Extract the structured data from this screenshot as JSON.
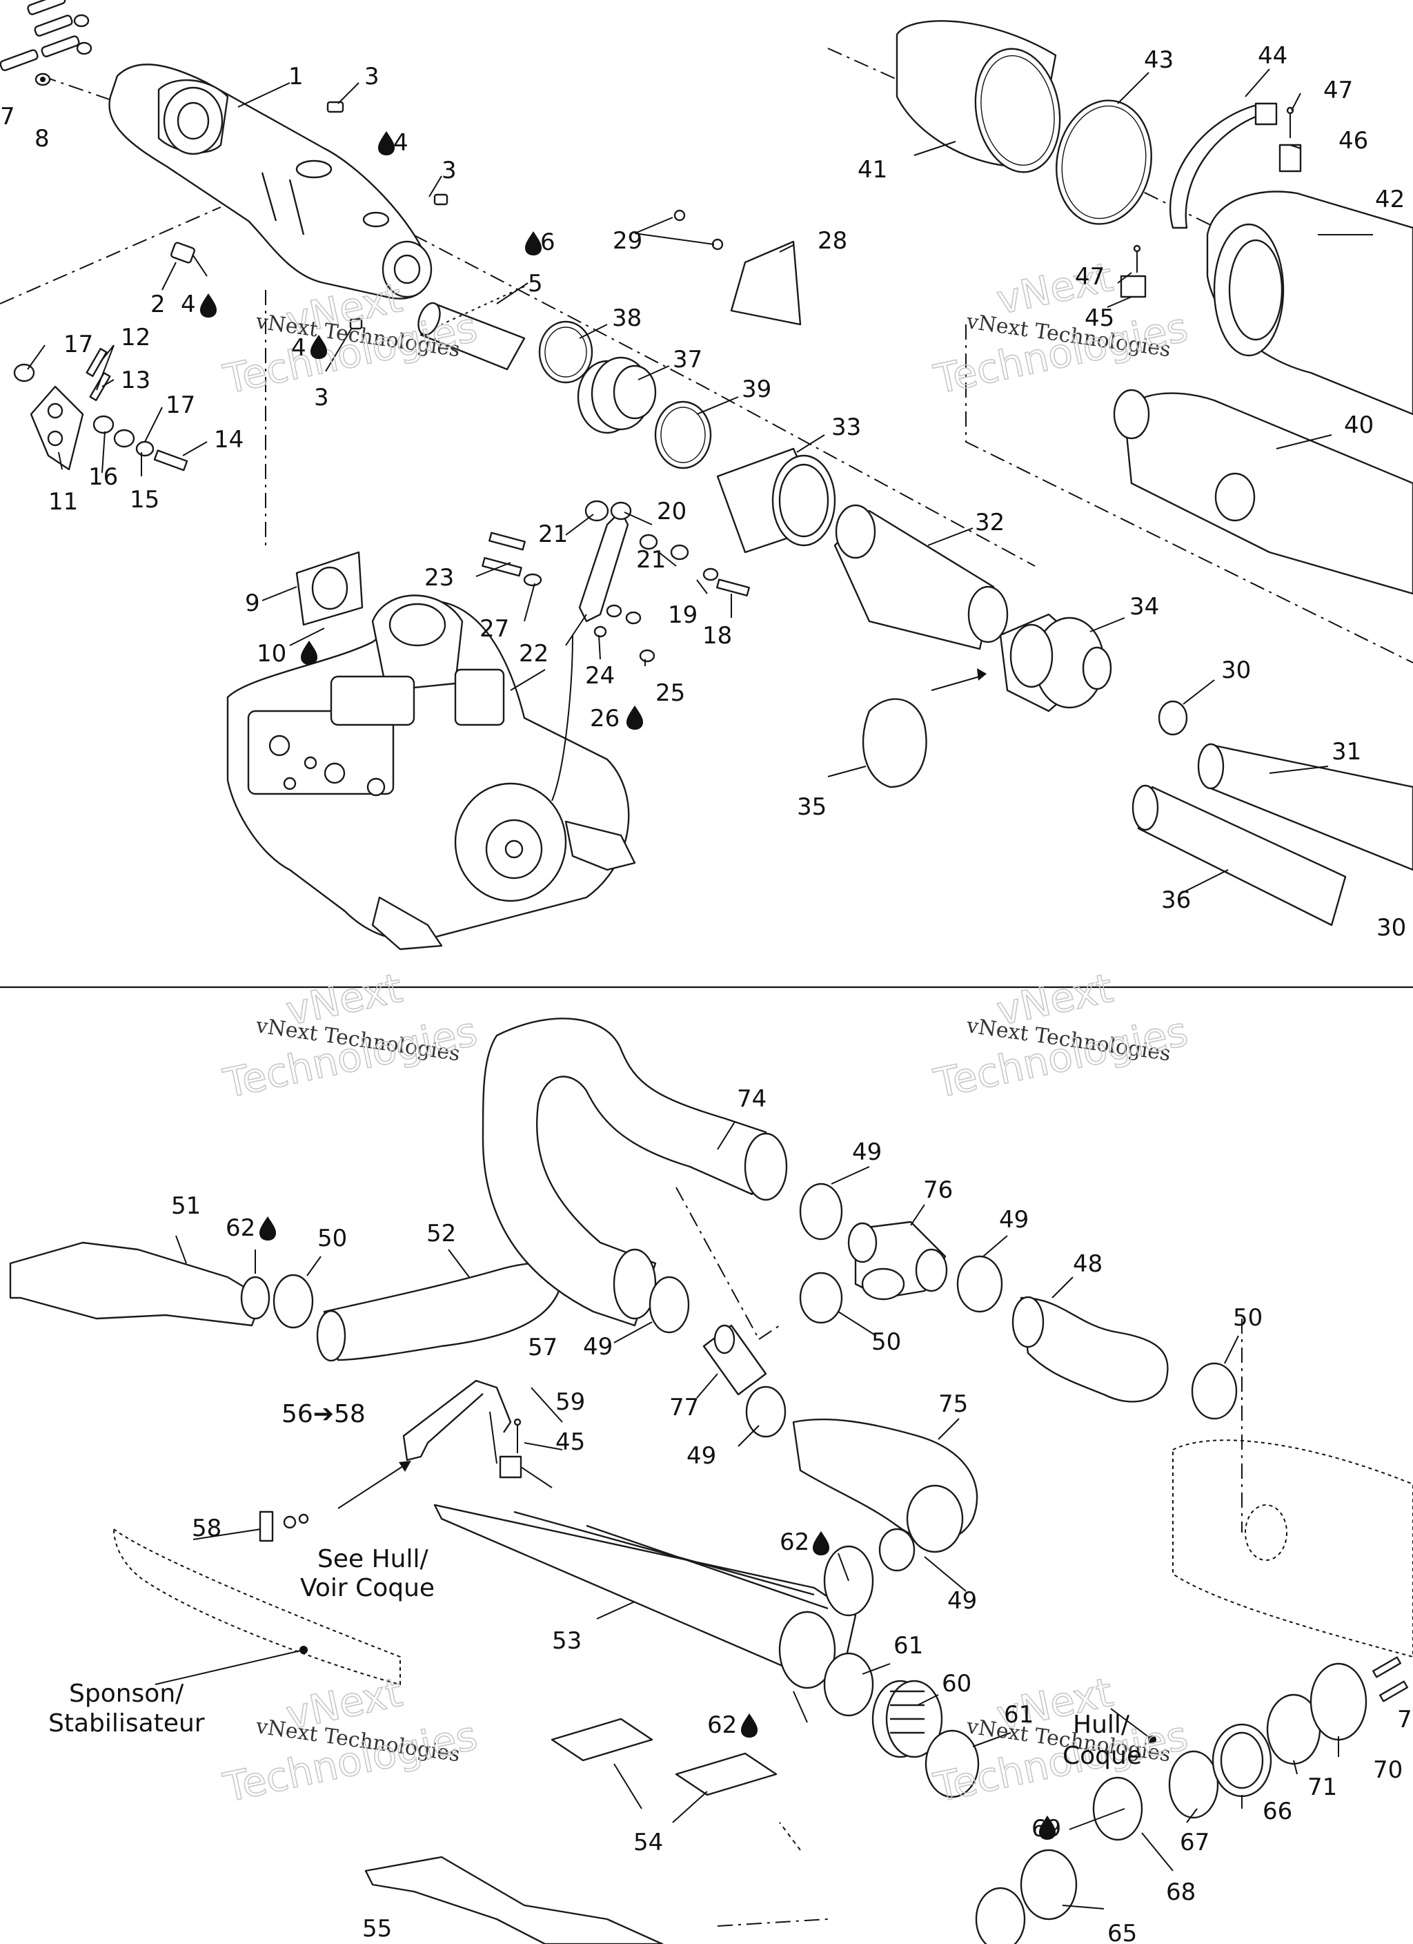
{
  "watermark": {
    "line1": "vNext",
    "line2": "vNext Technologies",
    "line3": "Technologies"
  },
  "notes": {
    "see_hull": "See Hull/",
    "voir_coque": "Voir Coque",
    "sponson": "Sponson/",
    "stabilisateur": "Stabilisateur",
    "hull": "Hull/",
    "coque": "Coque",
    "arrow_range": "56➔58"
  },
  "callouts": {
    "c1": "1",
    "c2": "2",
    "c3a": "3",
    "c3b": "3",
    "c3c": "3",
    "c4a": "4",
    "c4b": "4",
    "c4c": "4",
    "c5": "5",
    "c6": "6",
    "c7": "7",
    "c8": "8",
    "c9": "9",
    "c10": "10",
    "c11": "11",
    "c12": "12",
    "c13": "13",
    "c14": "14",
    "c15": "15",
    "c16": "16",
    "c17a": "17",
    "c17b": "17",
    "c18": "18",
    "c19": "19",
    "c20": "20",
    "c21a": "21",
    "c21b": "21",
    "c22": "22",
    "c23": "23",
    "c24": "24",
    "c25": "25",
    "c26": "26",
    "c27": "27",
    "c28": "28",
    "c29": "29",
    "c30a": "30",
    "c30b": "30",
    "c31": "31",
    "c32": "32",
    "c33": "33",
    "c34": "34",
    "c35": "35",
    "c36": "36",
    "c37": "37",
    "c38": "38",
    "c39": "39",
    "c40": "40",
    "c41": "41",
    "c42": "42",
    "c43": "43",
    "c44": "44",
    "c45a": "45",
    "c45b": "45",
    "c46": "46",
    "c47a": "47",
    "c47b": "47",
    "c48": "48",
    "c49a": "49",
    "c49b": "49",
    "c49c": "49",
    "c49d": "49",
    "c49e": "49",
    "c50a": "50",
    "c50b": "50",
    "c50c": "50",
    "c51": "51",
    "c52": "52",
    "c53": "53",
    "c54": "54",
    "c55": "55",
    "c57": "57",
    "c58": "58",
    "c59": "59",
    "c60": "60",
    "c61a": "61",
    "c61b": "61",
    "c62a": "62",
    "c62b": "62",
    "c62c": "62",
    "c65": "65",
    "c66": "66",
    "c67": "67",
    "c68": "68",
    "c69": "69",
    "c70": "70",
    "c71": "71",
    "c72": "7",
    "c74": "74",
    "c75": "75",
    "c76": "76",
    "c77": "77"
  },
  "icons": {
    "drop": "loctite-drop-icon"
  }
}
